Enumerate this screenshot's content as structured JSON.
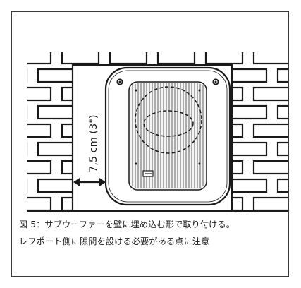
{
  "figure": {
    "measurement_label": "7,5 cm (3\")",
    "caption_lines": [
      "図 5：サブウーファーを壁に埋め込む形で取り付ける。",
      "レフポート側に隙間を設ける必要がある点に注意"
    ],
    "colors": {
      "ink": "#1a1a1a",
      "brick_fill": "#ffffff",
      "grille_fill": "#f4f4f4"
    }
  }
}
